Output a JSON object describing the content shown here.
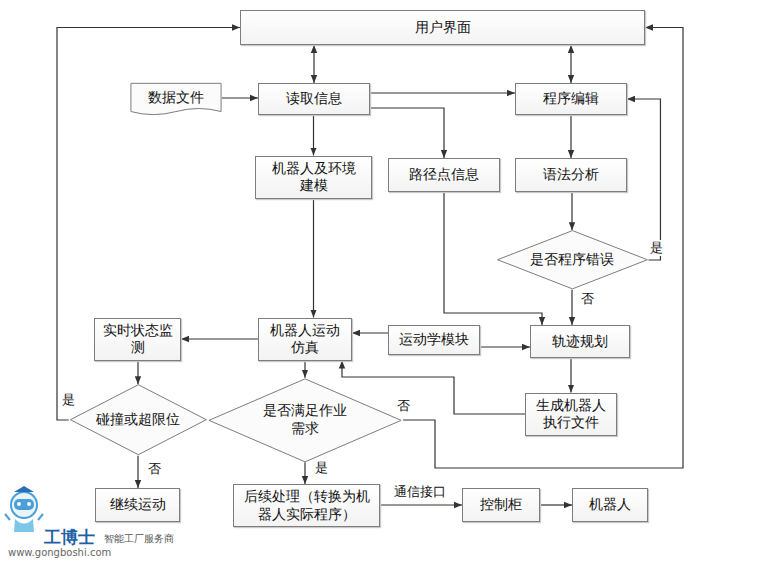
{
  "diagram": {
    "nodes": [
      {
        "text": [
          "用户界面"
        ]
      },
      {
        "text": [
          "数据文件"
        ]
      },
      {
        "text": [
          "读取信息"
        ]
      },
      {
        "text": [
          "程序编辑"
        ]
      },
      {
        "text": [
          "机器人及环境 建模"
        ]
      },
      {
        "text": [
          "路径点信息"
        ]
      },
      {
        "text": [
          "语法分析"
        ]
      },
      {
        "text": [
          "是否程序错误"
        ]
      },
      {
        "text": [
          "实时状态监 测"
        ]
      },
      {
        "text": [
          "机器人运动 仿真"
        ]
      },
      {
        "text": [
          "运动学模块"
        ]
      },
      {
        "text": [
          "轨迹规划"
        ]
      },
      {
        "text": [
          "碰撞或超限位"
        ]
      },
      {
        "text": [
          "是否满足作业 需求"
        ]
      },
      {
        "text": [
          "生成机器人 执行文件"
        ]
      },
      {
        "text": [
          "继续运动"
        ]
      },
      {
        "text": [
          "后续处理（转换为机 器人实际程序）"
        ]
      },
      {
        "text": [
          "控制柜"
        ]
      },
      {
        "text": [
          "机器人"
        ]
      }
    ],
    "edges": [
      {
        "from": 0,
        "to": 2,
        "arrow": "both"
      },
      {
        "from": 0,
        "to": 3,
        "arrow": "both"
      },
      {
        "from": 1,
        "to": 2,
        "arrow": "to"
      },
      {
        "from": 2,
        "to": 3,
        "arrow": "to"
      },
      {
        "from": 2,
        "to": 4,
        "arrow": "to"
      },
      {
        "from": 2,
        "to": 5,
        "arrow": "to"
      },
      {
        "from": 3,
        "to": 6,
        "arrow": "to"
      },
      {
        "from": 6,
        "to": 7,
        "arrow": "to"
      },
      {
        "from": 7,
        "to": 3,
        "label": "是",
        "arrow": "to"
      },
      {
        "from": 7,
        "to": 11,
        "label": "否",
        "arrow": "to"
      },
      {
        "from": 4,
        "to": 9,
        "arrow": "to"
      },
      {
        "from": 5,
        "to": 11,
        "arrow": "to"
      },
      {
        "from": 10,
        "to": 9,
        "arrow": "to"
      },
      {
        "from": 10,
        "to": 11,
        "arrow": "to"
      },
      {
        "from": 11,
        "to": 14,
        "arrow": "to"
      },
      {
        "from": 14,
        "to": 9,
        "arrow": "to"
      },
      {
        "from": 9,
        "to": 8,
        "arrow": "to"
      },
      {
        "from": 8,
        "to": 12,
        "arrow": "to"
      },
      {
        "from": 12,
        "to": 0,
        "label": "是",
        "arrow": "to"
      },
      {
        "from": 12,
        "to": 15,
        "label": "否",
        "arrow": "to"
      },
      {
        "from": 9,
        "to": 13,
        "arrow": "to"
      },
      {
        "from": 13,
        "to": 16,
        "label": "是",
        "arrow": "to"
      },
      {
        "from": 13,
        "to": 0,
        "label": "否",
        "arrow": "to"
      },
      {
        "from": 16,
        "to": 17,
        "label": "通信接口",
        "arrow": "to"
      },
      {
        "from": 17,
        "to": 18,
        "arrow": "to"
      }
    ],
    "labels": [
      "工博士",
      "智能工厂服务商",
      "www.gongboshi.com"
    ]
  }
}
